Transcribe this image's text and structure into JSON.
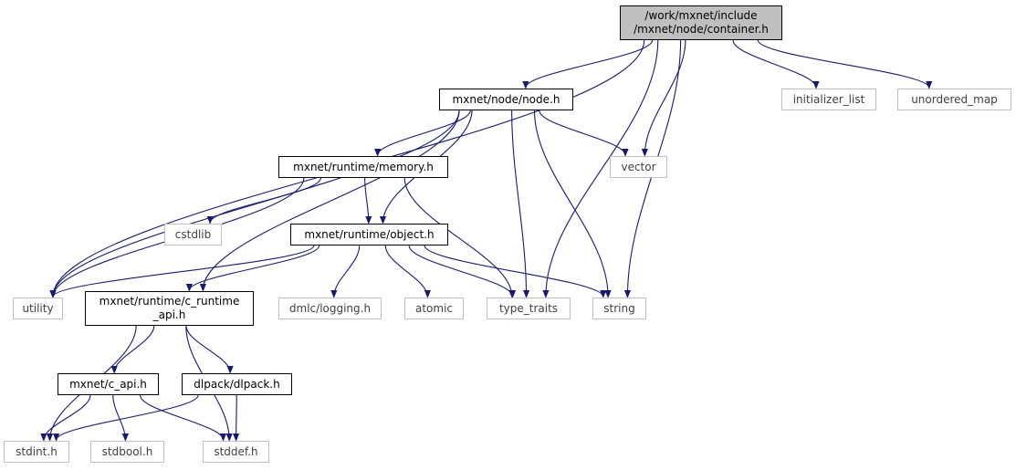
{
  "diagram": {
    "title": "Include dependency graph for container.h",
    "edge_color": "#191970",
    "colors": {
      "root_fill": "#bfbfbf",
      "internal_border": "#000000",
      "external_border": "#bfbfbf",
      "external_text": "#404040"
    },
    "nodes": [
      {
        "id": "container",
        "kind": "root",
        "lines": [
          "/work/mxnet/include",
          "/mxnet/node/container.h"
        ]
      },
      {
        "id": "node_h",
        "kind": "internal",
        "lines": [
          "mxnet/node/node.h"
        ]
      },
      {
        "id": "initializer_list",
        "kind": "external",
        "lines": [
          "initializer_list"
        ]
      },
      {
        "id": "unordered_map",
        "kind": "external",
        "lines": [
          "unordered_map"
        ]
      },
      {
        "id": "memory_h",
        "kind": "internal",
        "lines": [
          "mxnet/runtime/memory.h"
        ]
      },
      {
        "id": "vector",
        "kind": "external",
        "lines": [
          "vector"
        ]
      },
      {
        "id": "cstdlib",
        "kind": "external",
        "lines": [
          "cstdlib"
        ]
      },
      {
        "id": "object_h",
        "kind": "internal",
        "lines": [
          "mxnet/runtime/object.h"
        ]
      },
      {
        "id": "utility",
        "kind": "external",
        "lines": [
          "utility"
        ]
      },
      {
        "id": "c_runtime_api",
        "kind": "internal",
        "lines": [
          "mxnet/runtime/c_runtime",
          "_api.h"
        ]
      },
      {
        "id": "dmlc_logging",
        "kind": "external",
        "lines": [
          "dmlc/logging.h"
        ]
      },
      {
        "id": "atomic",
        "kind": "external",
        "lines": [
          "atomic"
        ]
      },
      {
        "id": "type_traits",
        "kind": "external",
        "lines": [
          "type_traits"
        ]
      },
      {
        "id": "string",
        "kind": "external",
        "lines": [
          "string"
        ]
      },
      {
        "id": "c_api_h",
        "kind": "internal",
        "lines": [
          "mxnet/c_api.h"
        ]
      },
      {
        "id": "dlpack_h",
        "kind": "internal",
        "lines": [
          "dlpack/dlpack.h"
        ]
      },
      {
        "id": "stdint",
        "kind": "external",
        "lines": [
          "stdint.h"
        ]
      },
      {
        "id": "stdbool",
        "kind": "external",
        "lines": [
          "stdbool.h"
        ]
      },
      {
        "id": "stddef",
        "kind": "external",
        "lines": [
          "stddef.h"
        ]
      }
    ],
    "edges": [
      [
        "container",
        "node_h"
      ],
      [
        "container",
        "utility"
      ],
      [
        "container",
        "initializer_list"
      ],
      [
        "container",
        "unordered_map"
      ],
      [
        "container",
        "vector"
      ],
      [
        "container",
        "type_traits"
      ],
      [
        "container",
        "string"
      ],
      [
        "node_h",
        "memory_h"
      ],
      [
        "node_h",
        "vector"
      ],
      [
        "node_h",
        "utility"
      ],
      [
        "node_h",
        "object_h"
      ],
      [
        "node_h",
        "c_runtime_api"
      ],
      [
        "node_h",
        "type_traits"
      ],
      [
        "node_h",
        "string"
      ],
      [
        "memory_h",
        "cstdlib"
      ],
      [
        "memory_h",
        "object_h"
      ],
      [
        "memory_h",
        "utility"
      ],
      [
        "memory_h",
        "type_traits"
      ],
      [
        "object_h",
        "utility"
      ],
      [
        "object_h",
        "c_runtime_api"
      ],
      [
        "object_h",
        "dmlc_logging"
      ],
      [
        "object_h",
        "atomic"
      ],
      [
        "object_h",
        "type_traits"
      ],
      [
        "object_h",
        "string"
      ],
      [
        "c_runtime_api",
        "c_api_h"
      ],
      [
        "c_runtime_api",
        "dlpack_h"
      ],
      [
        "c_runtime_api",
        "stdint"
      ],
      [
        "c_runtime_api",
        "stddef"
      ],
      [
        "c_api_h",
        "stdint"
      ],
      [
        "c_api_h",
        "stdbool"
      ],
      [
        "c_api_h",
        "stddef"
      ],
      [
        "dlpack_h",
        "stdint"
      ],
      [
        "dlpack_h",
        "stddef"
      ]
    ]
  }
}
